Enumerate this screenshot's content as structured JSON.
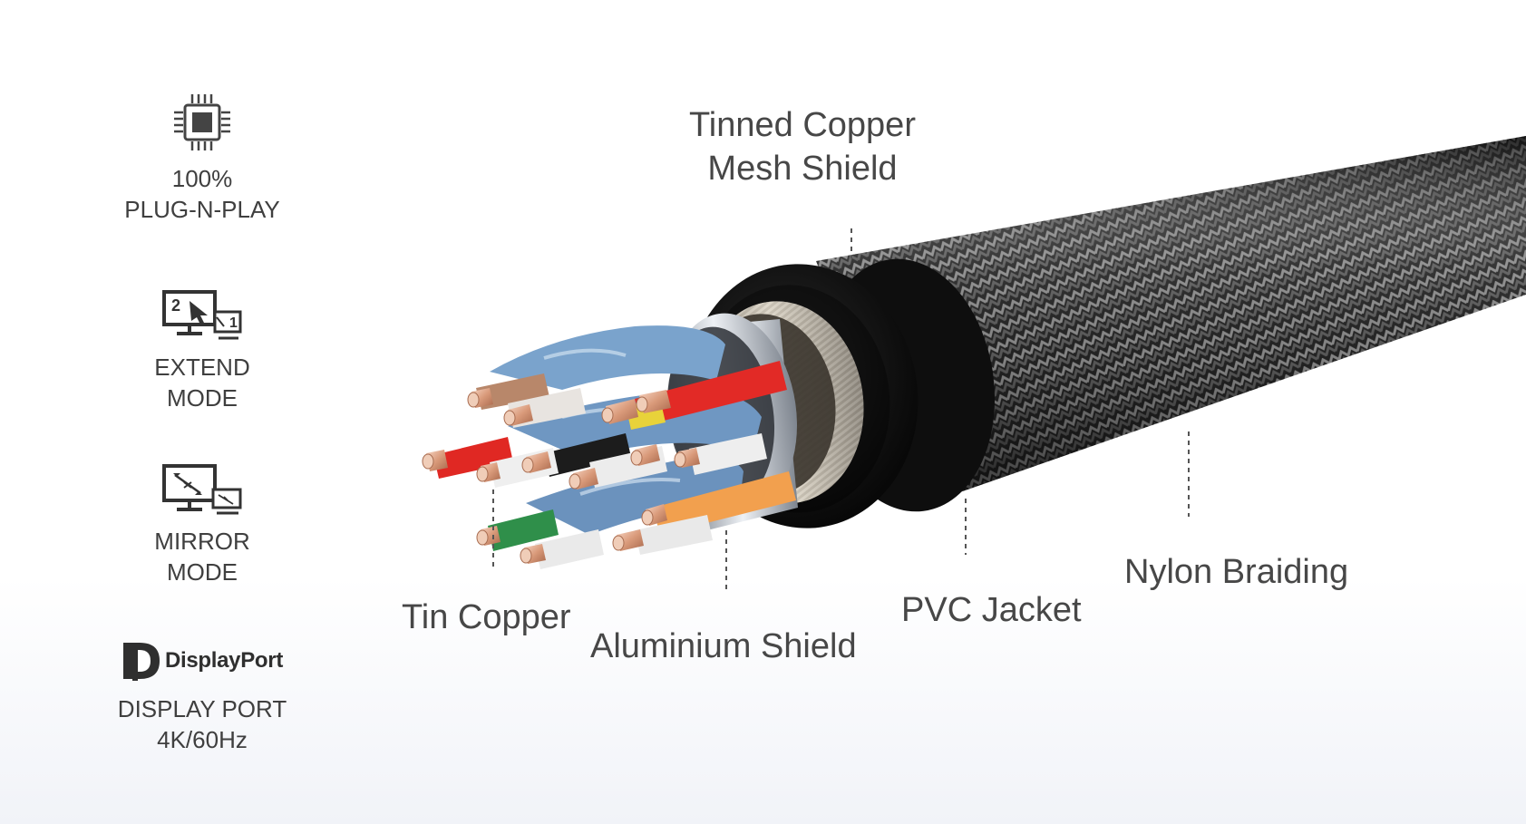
{
  "features": [
    {
      "icon": "chip-icon",
      "lines": [
        "100%",
        "PLUG-N-PLAY"
      ]
    },
    {
      "icon": "extend-mode-icon",
      "lines": [
        "EXTEND",
        "MODE"
      ],
      "badge_left": "2",
      "badge_right": "1"
    },
    {
      "icon": "mirror-mode-icon",
      "lines": [
        "MIRROR",
        "MODE"
      ]
    },
    {
      "icon": "displayport-logo-icon",
      "logo_text": "DisplayPort",
      "lines": [
        "DISPLAY PORT",
        "4K/60Hz"
      ]
    }
  ],
  "callouts": {
    "mesh_shield": [
      "Tinned Copper",
      "Mesh Shield"
    ],
    "tin_copper": "Tin Copper",
    "aluminium_shield": "Aluminium Shield",
    "pvc_jacket": "PVC Jacket",
    "nylon_braiding": "Nylon Braiding"
  },
  "wire_colors": {
    "braid": "#2a2a2a",
    "jacket": "#111111",
    "foil": "#c9ced6",
    "copper": "#e8b49a",
    "brown": "#b88a6a",
    "red": "#e22a26",
    "yellow": "#e8d23a",
    "green": "#2f8f4a",
    "orange": "#f2a04e",
    "blue_wrap": "#6f9cc9"
  }
}
